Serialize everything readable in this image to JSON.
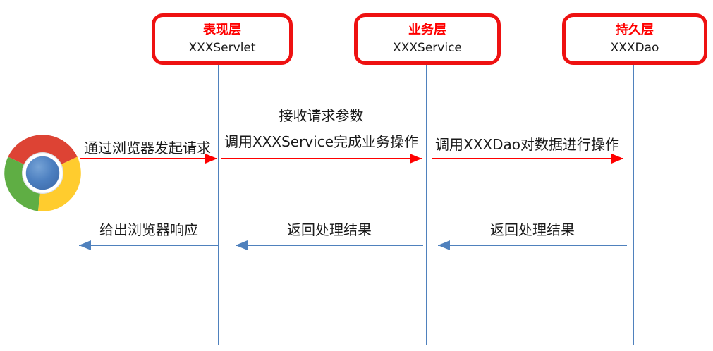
{
  "diagram": {
    "layers": [
      {
        "title": "表现层",
        "component": "XXXServlet"
      },
      {
        "title": "业务层",
        "component": "XXXService"
      },
      {
        "title": "持久层",
        "component": "XXXDao"
      }
    ],
    "requests": [
      {
        "label": "通过浏览器发起请求"
      },
      {
        "label_line1": "接收请求参数",
        "label_line2": "调用XXXService完成业务操作"
      },
      {
        "label": "调用XXXDao对数据进行操作"
      }
    ],
    "responses": [
      {
        "label": "给出浏览器响应"
      },
      {
        "label": "返回处理结果"
      },
      {
        "label": "返回处理结果"
      }
    ],
    "browser": {
      "icon": "chrome-browser-icon"
    },
    "colors": {
      "box_border": "#ee1111",
      "layer_title": "#ff0000",
      "request_arrow": "#ff0000",
      "response_arrow": "#4f81bd",
      "lifeline": "#4f81bd",
      "chrome_red": "#dd4334",
      "chrome_yellow": "#ffcc2e",
      "chrome_green": "#5fae44",
      "chrome_blue": "#4c7fc0"
    }
  }
}
